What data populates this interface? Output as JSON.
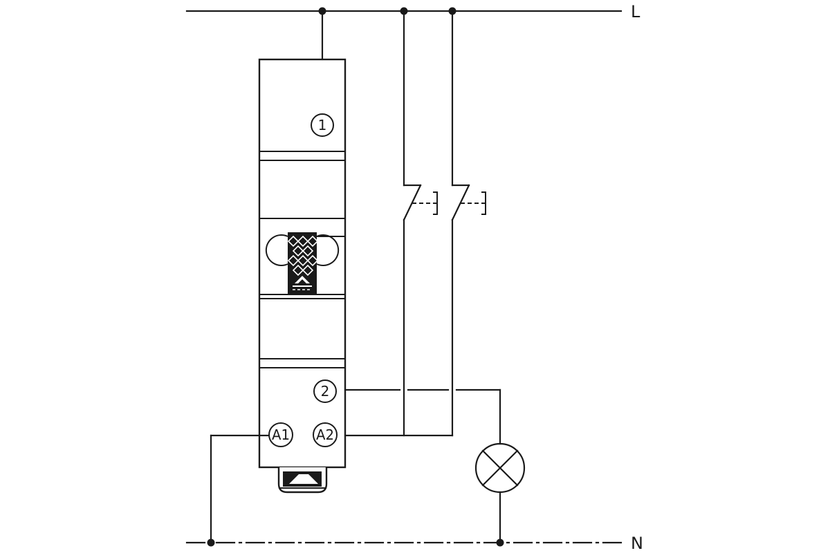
{
  "lines": {
    "phase_label": "L",
    "neutral_label": "N"
  },
  "device": {
    "terminal_1": "1",
    "terminal_2": "2",
    "terminal_a1": "A1",
    "terminal_a2": "A2"
  },
  "components": {
    "switch_count": 2,
    "lamp_count": 1
  },
  "colors": {
    "line": "#1a1a1a",
    "background": "#ffffff"
  }
}
